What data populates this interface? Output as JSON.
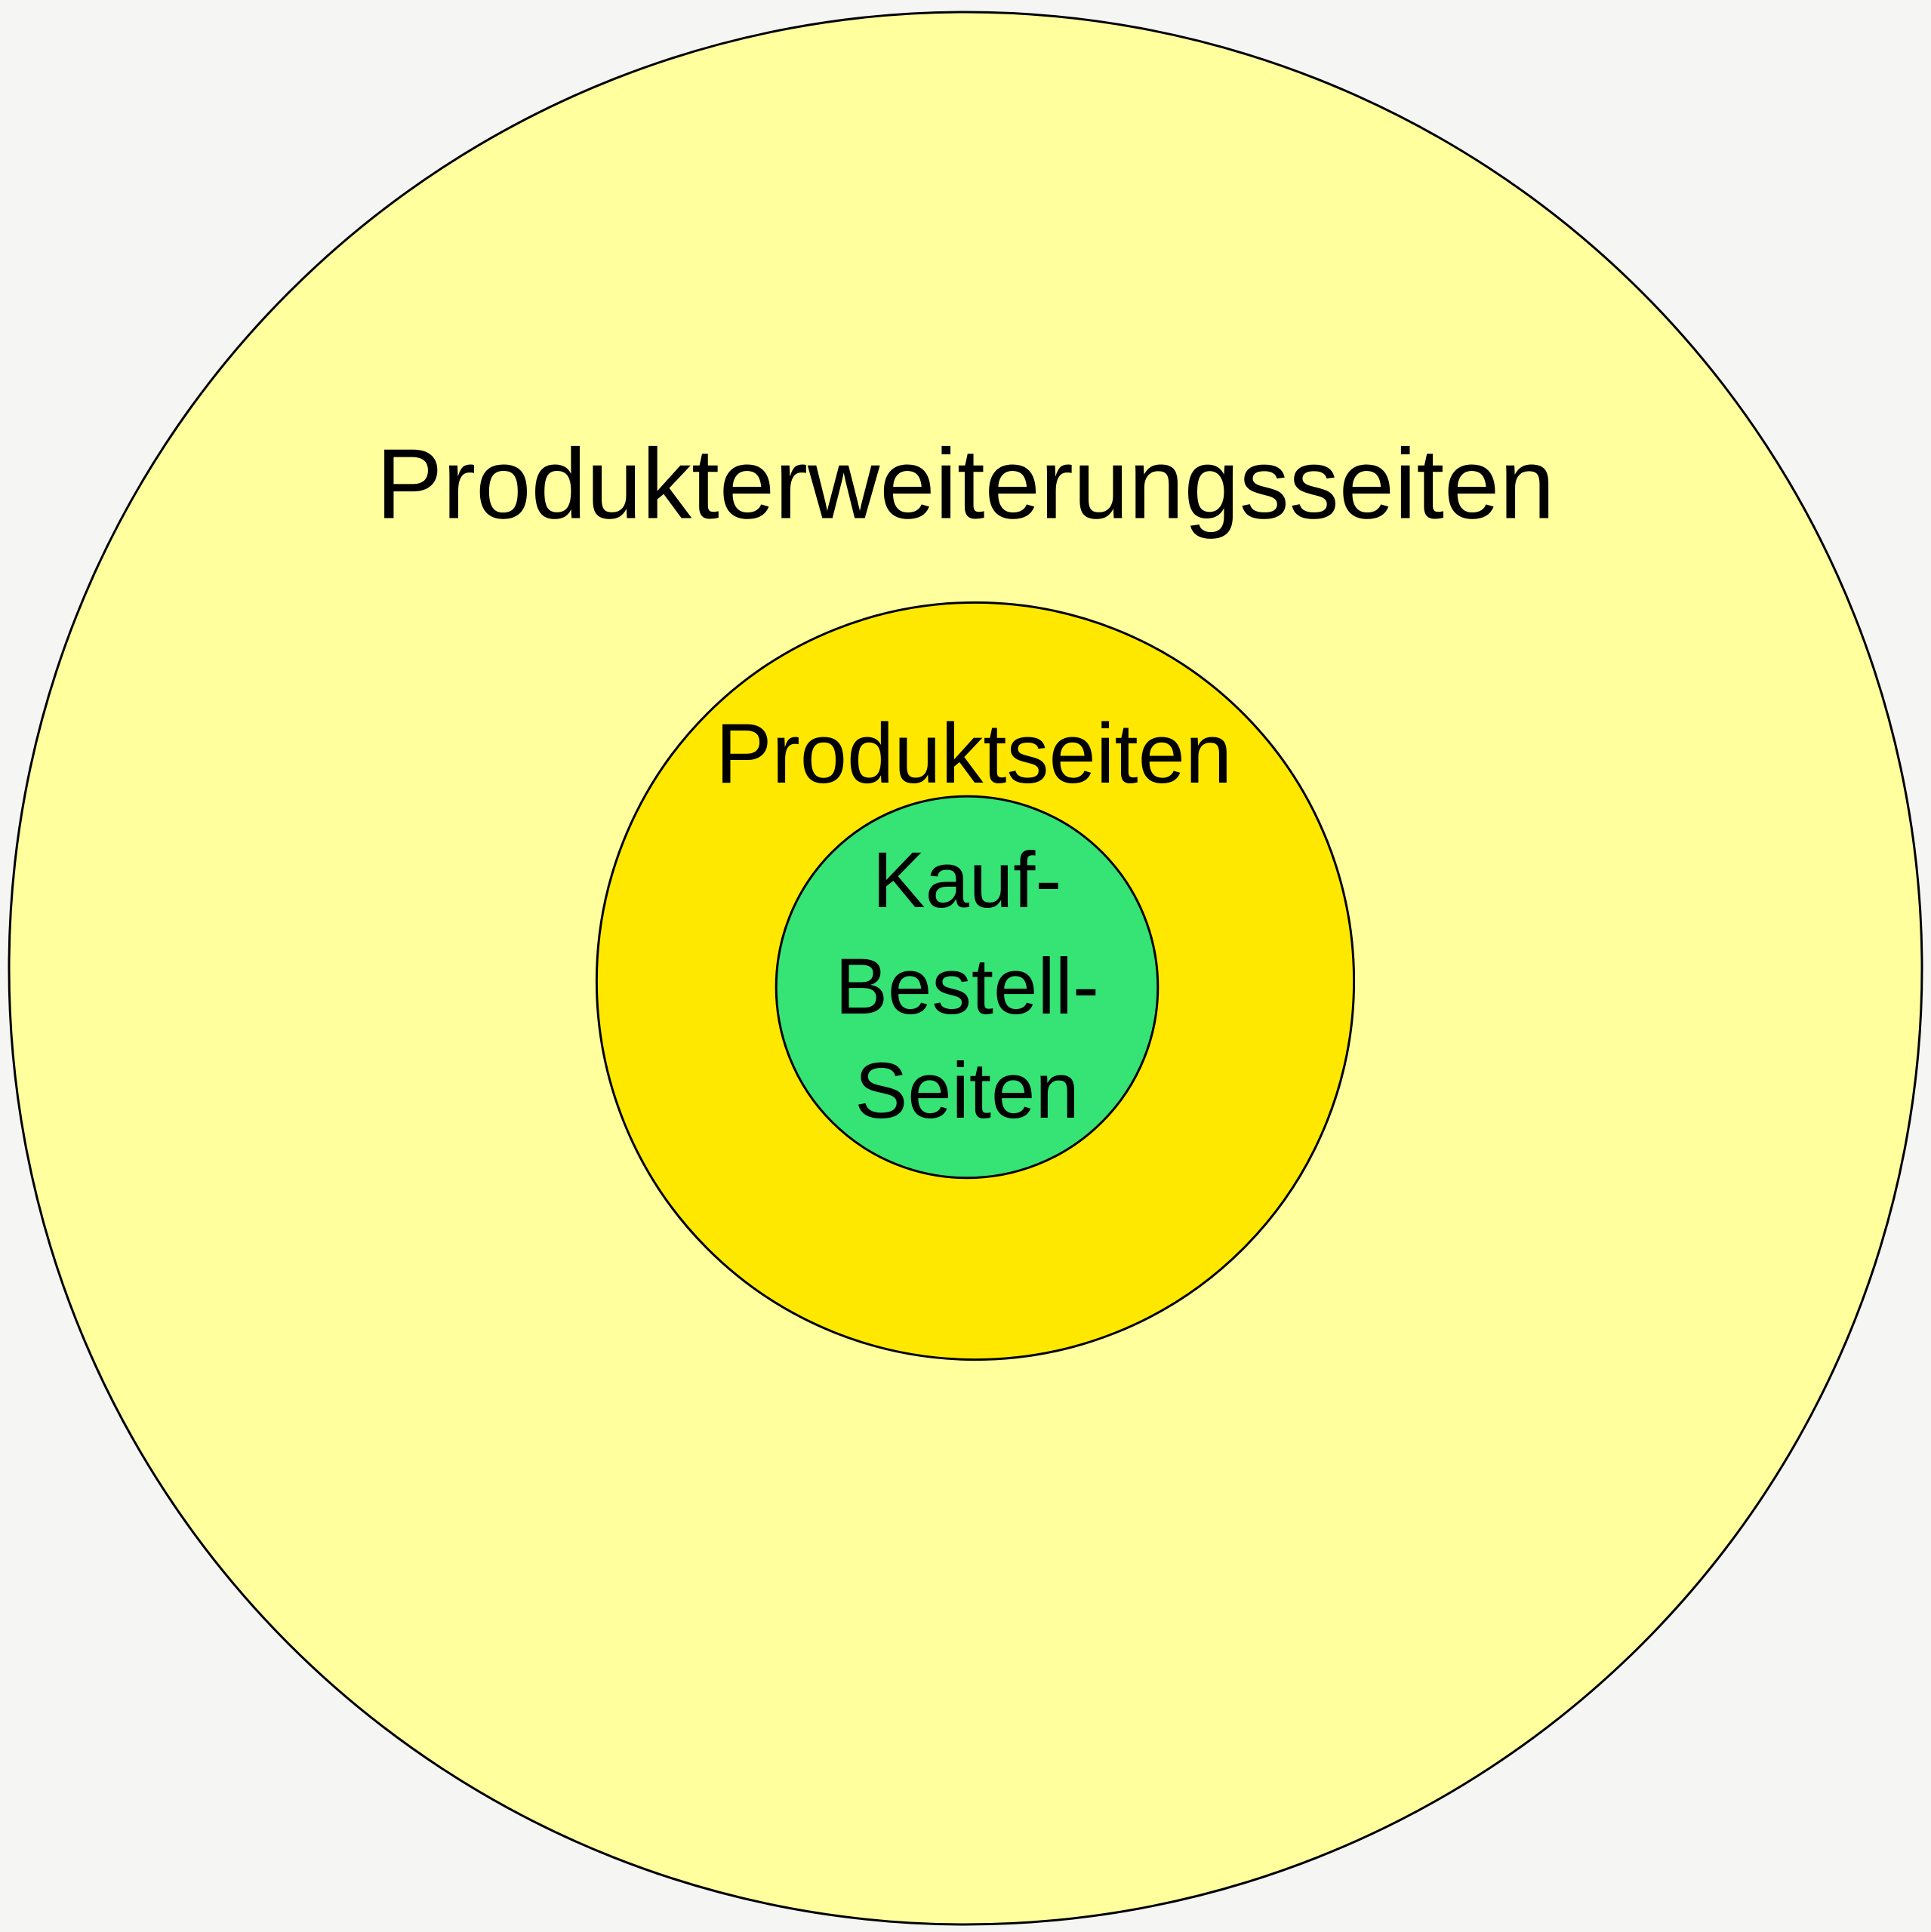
{
  "diagram": {
    "outer_label": "Produkterweiterungsseiten",
    "middle_label": "Produktseiten",
    "inner_label_lines": [
      "Kauf-",
      "Bestell-",
      "Seiten"
    ]
  },
  "colors": {
    "background": "#f5f5f3",
    "outer_circle_fill": "#ffff9e",
    "middle_circle_fill": "#ffe800",
    "inner_circle_fill": "#35e475",
    "circle_stroke": "#000000",
    "text": "#000000"
  }
}
